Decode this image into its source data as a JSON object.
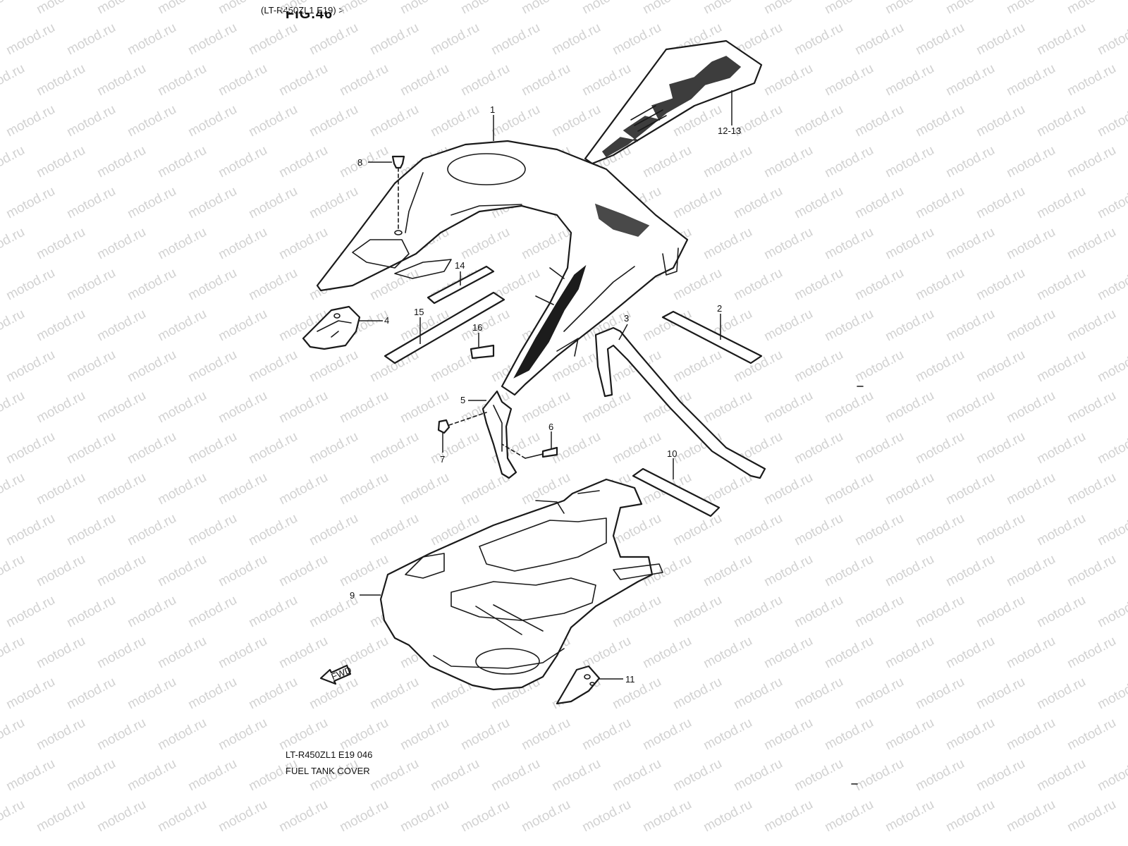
{
  "header": {
    "model_ref": "(LT-R450ZL1 E19) >",
    "figure": "FIG.46"
  },
  "watermark": "motod.ru",
  "footer": {
    "diagram_code": "LT-R450ZL1 E19  046",
    "title": "FUEL TANK COVER"
  },
  "callouts": [
    {
      "id": "1",
      "label": "1"
    },
    {
      "id": "2",
      "label": "2"
    },
    {
      "id": "3",
      "label": "3"
    },
    {
      "id": "4",
      "label": "4"
    },
    {
      "id": "5",
      "label": "5"
    },
    {
      "id": "6",
      "label": "6"
    },
    {
      "id": "7",
      "label": "7"
    },
    {
      "id": "8",
      "label": "8"
    },
    {
      "id": "9",
      "label": "9"
    },
    {
      "id": "10",
      "label": "10"
    },
    {
      "id": "11",
      "label": "11"
    },
    {
      "id": "12-13",
      "label": "12-13"
    },
    {
      "id": "14",
      "label": "14"
    },
    {
      "id": "15",
      "label": "15"
    },
    {
      "id": "16",
      "label": "16"
    }
  ],
  "fwd_arrow_label": "FWD",
  "colors": {
    "line": "#1a1a1a",
    "watermark": "#d2d2d2",
    "background": "#ffffff"
  }
}
